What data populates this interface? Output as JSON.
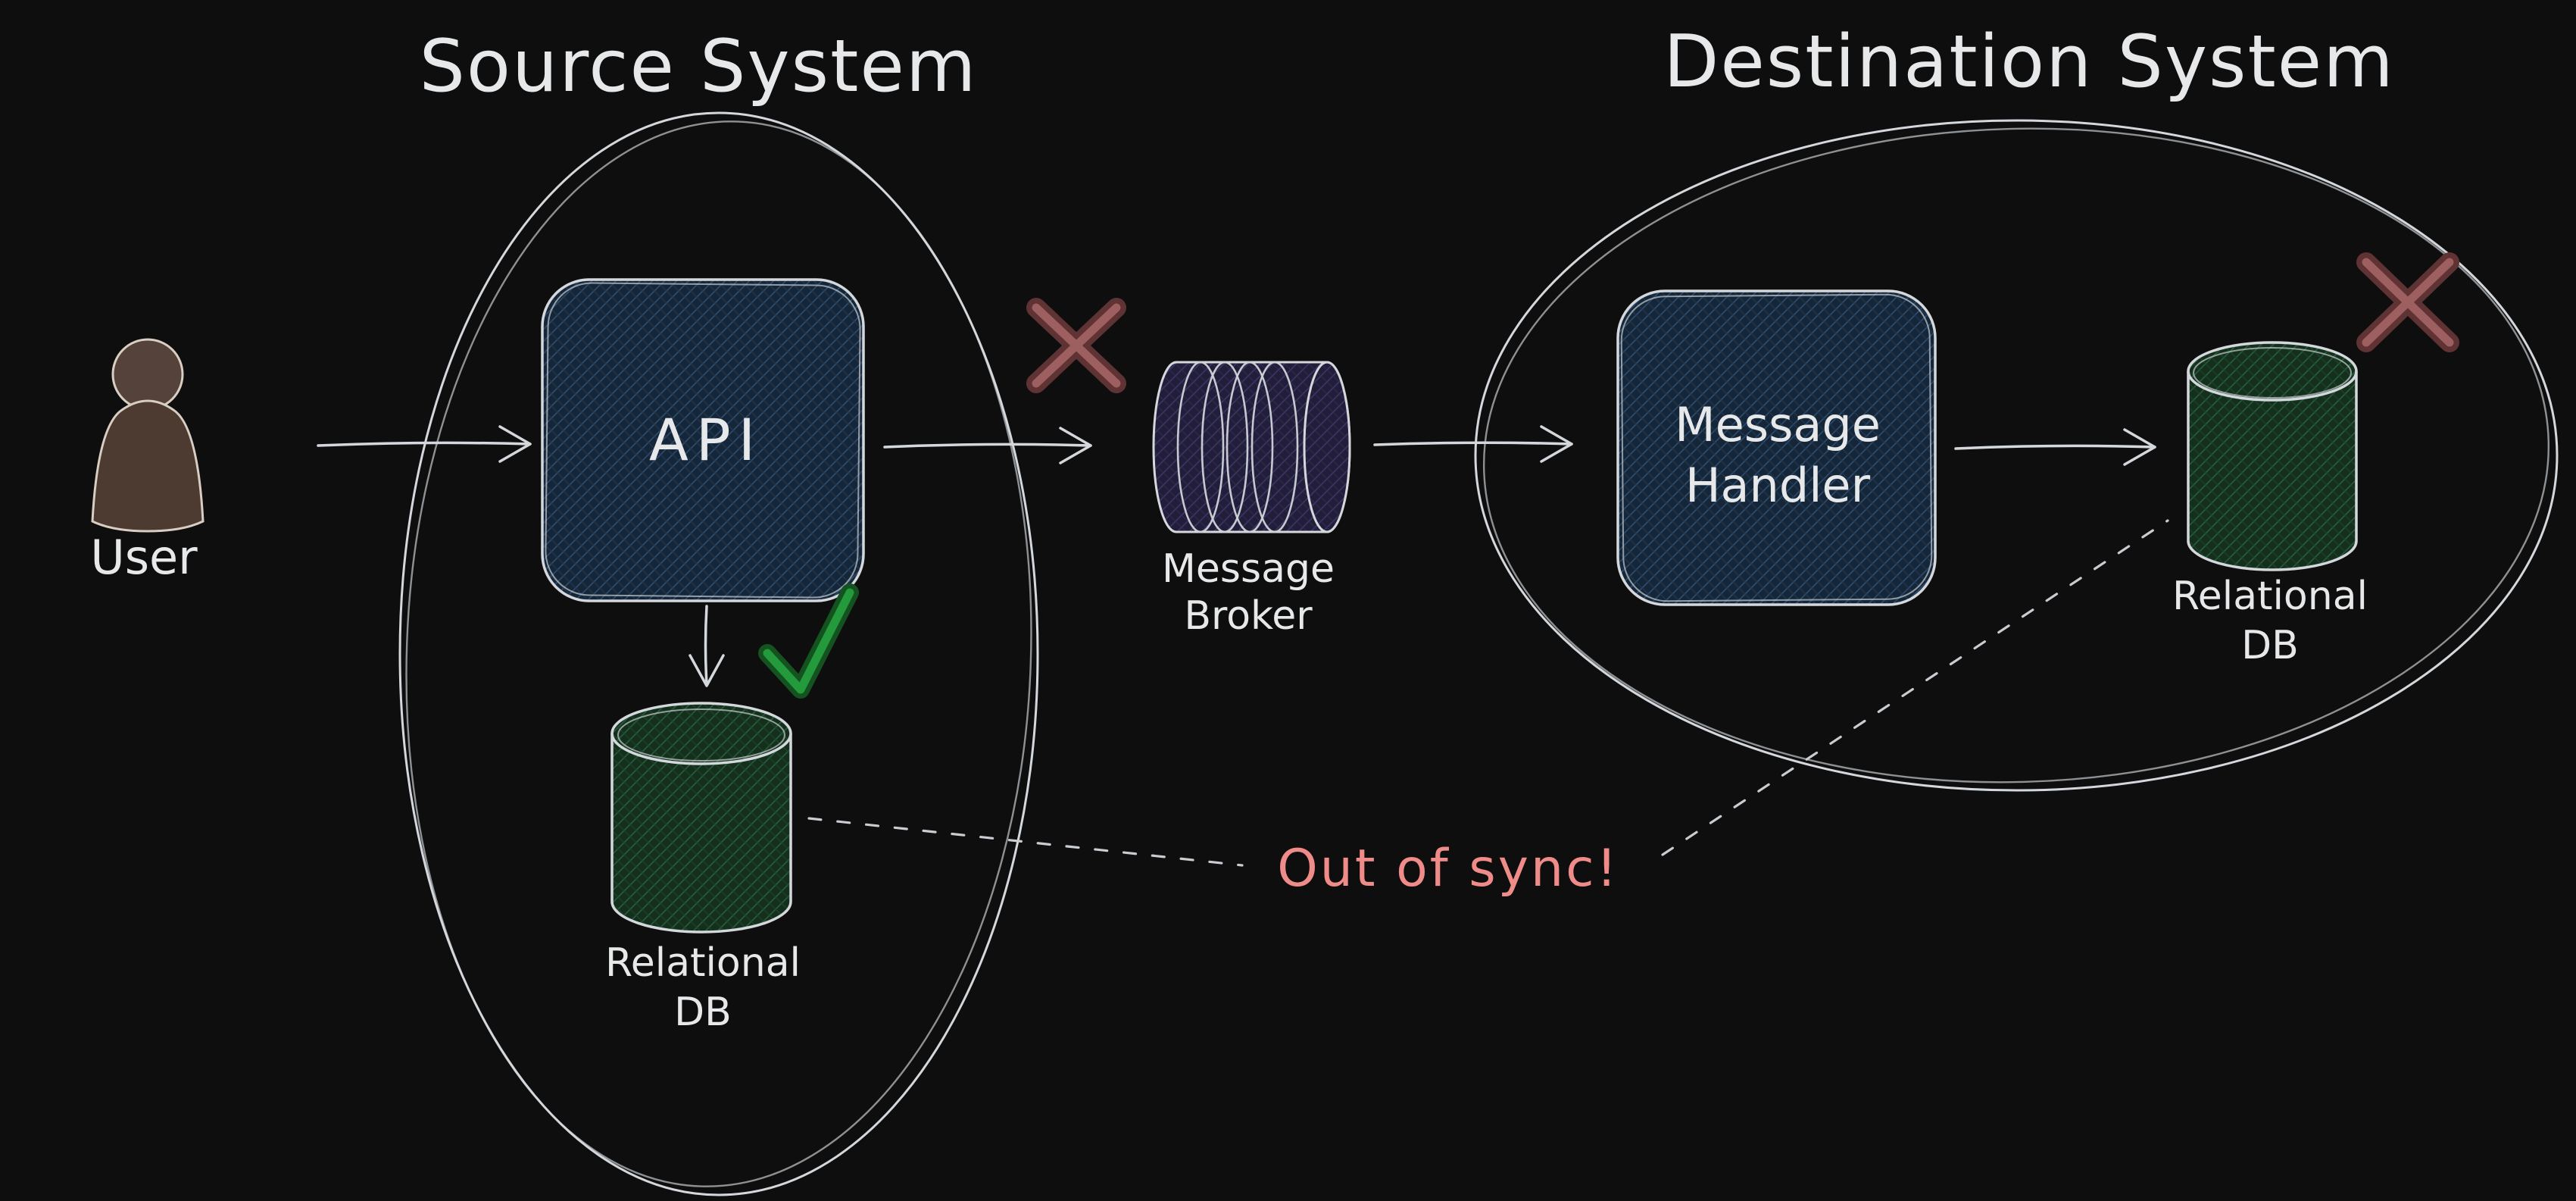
{
  "diagram": {
    "title_source": "Source System",
    "title_destination": "Destination System",
    "user": {
      "label": "User"
    },
    "api": {
      "label": "API"
    },
    "broker": {
      "line1": "Message",
      "line2": "Broker"
    },
    "handler": {
      "line1": "Message",
      "line2": "Handler"
    },
    "source_db": {
      "line1": "Relational",
      "line2": "DB"
    },
    "dest_db": {
      "line1": "Relational",
      "line2": "DB"
    },
    "annotation": {
      "out_of_sync": "Out of sync!"
    },
    "icons": {
      "user": "person-icon",
      "broker": "queue-cylinder-icon",
      "error": "red-x-icon",
      "success": "green-check-icon"
    },
    "colors": {
      "background": "#0e0e0e",
      "outline": "#d4d8dc",
      "box_fill": "#152638",
      "db_fill": "#14301d",
      "broker_fill": "#221d38",
      "error": "#8a4b4d",
      "success": "#1f8a35",
      "annotation_text": "#ef8b88",
      "person_fill": "#4d3b31"
    }
  }
}
